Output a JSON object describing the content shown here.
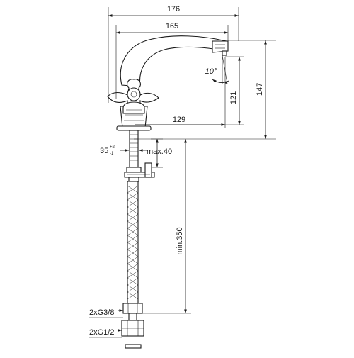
{
  "drawing": {
    "dimensions": {
      "overall_width": "176",
      "spout_reach": "165",
      "outlet_height": "147",
      "outlet_height_spout": "121",
      "body_to_outlet": "129",
      "spout_angle": "10°",
      "shank_length": "max.40",
      "hole_diameter": "35",
      "hole_tolerance_plus": "+2",
      "hole_tolerance_minus": "-1",
      "hose_length": "min.350",
      "hose_connection": "2xG3/8",
      "supply_connection": "2xG1/2"
    }
  }
}
